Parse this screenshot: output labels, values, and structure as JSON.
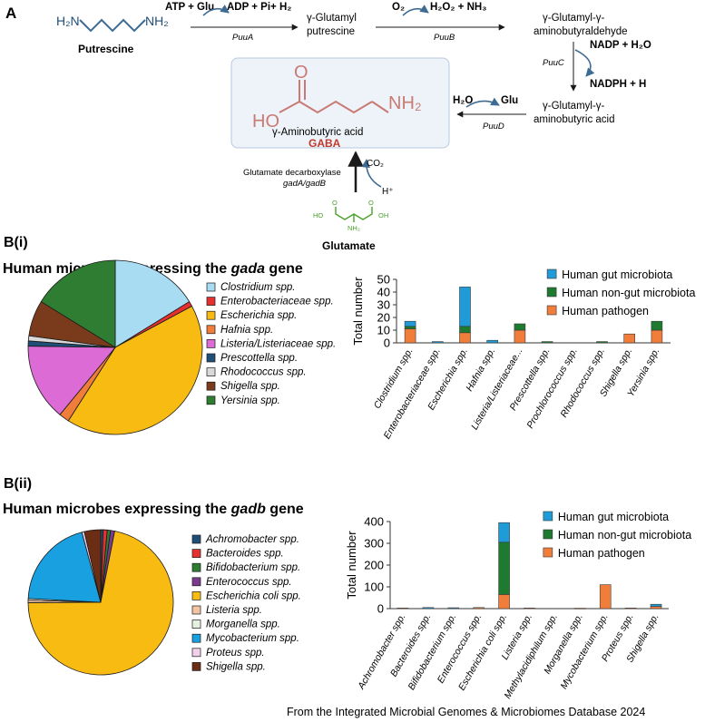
{
  "panel_a": {
    "label": "A",
    "putrescine": "Putrescine",
    "putrescine_h2n": "H₂N",
    "putrescine_nh2": "NH₂",
    "step1_reactant": "ATP + Glu",
    "step1_product": "ADP + Pi+ H₂",
    "step1_enzyme": "PuuA",
    "glutamyl_putrescine_l1": "γ-Glutamyl",
    "glutamyl_putrescine_l2": "putrescine",
    "step2_reactant": "O₂",
    "step2_product": "H₂O₂ + NH₃",
    "step2_enzyme": "PuuB",
    "aldehyde_l1": "γ-Glutamyl-γ-",
    "aldehyde_l2": "aminobutyraldehyde",
    "step3_reactant": "NADP + H₂O",
    "step3_product": "NADPH + H",
    "step3_enzyme": "PuuC",
    "acid_l1": "γ-Glutamyl-γ-",
    "acid_l2": "aminobutyric acid",
    "step4_reactant": "H₂O",
    "step4_product": "Glu",
    "step4_enzyme": "PuuD",
    "gaba_ho": "HO",
    "gaba_o": "O",
    "gaba_nh2": "NH₂",
    "gaba_name": "γ-Aminobutyric acid",
    "gaba_abbr": "GABA",
    "decarboxylase_l1": "Glutamate decarboxylase",
    "decarboxylase_l2": "gadA/gadB",
    "co2": "CO₂",
    "hplus": "H⁺",
    "glutamate": "Glutamate",
    "glu_ho": "HO",
    "glu_oh": "OH",
    "glu_o1": "O",
    "glu_o2": "O",
    "glu_nh2": "NH₂"
  },
  "panel_bi": {
    "label": "B(i)",
    "title_prefix": "Human microbes expressing the ",
    "title_gene": "gada",
    "title_suffix": " gene",
    "pie_legend": [
      "Clostridium spp.",
      "Enterobacteriaceae spp.",
      "Escherichia spp.",
      "Hafnia spp.",
      "Listeria/Listeriaceae spp.",
      "Prescottella spp.",
      "Rhodococcus spp.",
      "Shigella spp.",
      "Yersinia spp."
    ]
  },
  "panel_bii": {
    "label": "B(ii)",
    "title_prefix": "Human microbes expressing the ",
    "title_gene": "gadb",
    "title_suffix": " gene",
    "pie_legend": [
      "Achromobacter spp.",
      "Bacteroides spp.",
      "Bifidobacterium spp.",
      "Enterococcus spp.",
      "Escherichia coli spp.",
      "Listeria spp.",
      "Morganella spp.",
      "Mycobacterium spp.",
      "Proteus spp.",
      "Shigella spp."
    ]
  },
  "footer": "From the Integrated Microbial Genomes & Microbiomes Database 2024",
  "colors": {
    "gut": "#1f9bd7",
    "nongut": "#1e7a2e",
    "pathogen": "#f07d3a",
    "gaba_red": "#c0392b",
    "arrow_blue": "#3e6b93",
    "box_fill": "#eef3f9",
    "box_stroke": "#b7c9dc"
  },
  "chart_data": [
    {
      "type": "pie",
      "categories": [
        "Clostridium spp.",
        "Enterobacteriaceae spp.",
        "Escherichia spp.",
        "Hafnia spp.",
        "Listeria/Listeriaceae spp.",
        "Prescottella spp.",
        "Rhodococcus spp.",
        "Shigella spp.",
        "Yersinia spp."
      ],
      "values": [
        17,
        1,
        44,
        2,
        15,
        1,
        1,
        7,
        17
      ],
      "colors": [
        "#a8dcf2",
        "#e53030",
        "#f8bb12",
        "#f07d3a",
        "#dd6bd6",
        "#1f4e79",
        "#d9d9d9",
        "#7a3b1c",
        "#2e7d32"
      ]
    },
    {
      "type": "bar",
      "stacked": true,
      "categories": [
        "Clostridium spp.",
        "Enterobacteriaceae spp.",
        "Escherichia spp.",
        "Hafnia spp.",
        "Listeria/Listeriaceae...",
        "Prescottella spp.",
        "Prochlorococcus spp.",
        "Rhodococcus spp.",
        "Shigella spp.",
        "Yersinia spp."
      ],
      "series": [
        {
          "name": "Human pathogen",
          "values": [
            11,
            0,
            8,
            0,
            10,
            0,
            0,
            0,
            7,
            10
          ]
        },
        {
          "name": "Human non-gut microbiota",
          "values": [
            2,
            0,
            5,
            0,
            5,
            1,
            0,
            1,
            0,
            7
          ]
        },
        {
          "name": "Human gut microbiota",
          "values": [
            4,
            1,
            31,
            2,
            0,
            0,
            0,
            0,
            0,
            0
          ]
        }
      ],
      "legend": [
        "Human gut microbiota",
        "Human non-gut microbiota",
        "Human pathogen"
      ],
      "ylabel": "Total number",
      "ylim": [
        0,
        50
      ],
      "yticks": [
        0,
        10,
        20,
        30,
        40,
        50
      ]
    },
    {
      "type": "pie",
      "categories": [
        "Achromobacter spp.",
        "Bacteroides spp.",
        "Bifidobacterium spp.",
        "Enterococcus spp.",
        "Escherichia coli spp.",
        "Listeria spp.",
        "Morganella spp.",
        "Mycobacterium spp.",
        "Proteus spp.",
        "Shigella spp."
      ],
      "values": [
        3,
        5,
        4,
        5,
        395,
        3,
        2,
        110,
        3,
        20
      ],
      "colors": [
        "#1f4e79",
        "#e53030",
        "#2e7d32",
        "#7a3b8c",
        "#f8bb12",
        "#f4c3a3",
        "#e6f0e0",
        "#18a0e0",
        "#f2d0ea",
        "#6b2e14"
      ]
    },
    {
      "type": "bar",
      "stacked": true,
      "categories": [
        "Achromobacter spp.",
        "Bacteroides spp.",
        "Bifidobacterium spp.",
        "Enterococcus spp.",
        "Escherichia coli spp.",
        "Listeria spp.",
        "Methylacidiphilum spp.",
        "Morganella spp.",
        "Mycobacterium spp.",
        "Proteus spp.",
        "Shigella spp."
      ],
      "series": [
        {
          "name": "Human pathogen",
          "values": [
            3,
            0,
            0,
            5,
            65,
            3,
            0,
            2,
            110,
            3,
            10
          ]
        },
        {
          "name": "Human non-gut microbiota",
          "values": [
            0,
            0,
            0,
            0,
            240,
            0,
            0,
            0,
            0,
            0,
            0
          ]
        },
        {
          "name": "Human gut microbiota",
          "values": [
            0,
            5,
            4,
            0,
            90,
            0,
            0,
            0,
            0,
            0,
            10
          ]
        }
      ],
      "legend": [
        "Human gut microbiota",
        "Human non-gut microbiota",
        "Human pathogen"
      ],
      "ylabel": "Total number",
      "ylim": [
        0,
        400
      ],
      "yticks": [
        0,
        100,
        200,
        300,
        400
      ]
    }
  ]
}
